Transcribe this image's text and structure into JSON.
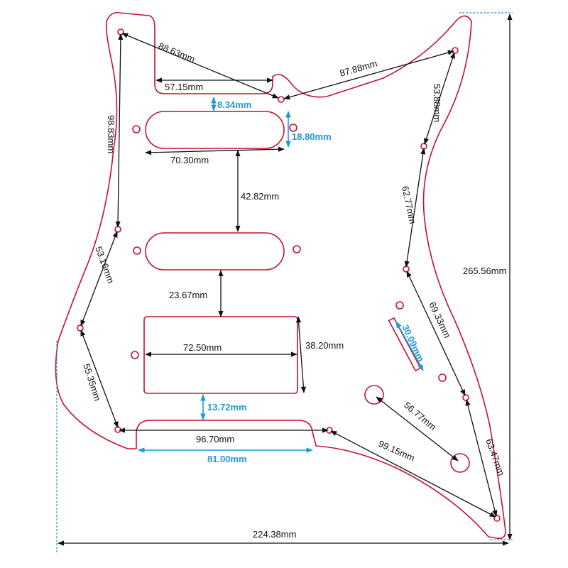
{
  "dimensions": {
    "d_88_63": "88.63mm",
    "d_57_15": "57.15mm",
    "d_87_88": "87.88mm",
    "d_8_34": "8.34mm",
    "d_18_80": "18.80mm",
    "d_98_83": "98.83mm",
    "d_70_30": "70.30mm",
    "d_42_82": "42.82mm",
    "d_53_88": "53.88mm",
    "d_62_77": "62.77mm",
    "d_53_16": "53.16mm",
    "d_23_67": "23.67mm",
    "d_265_56": "265.56mm",
    "d_69_33": "69.33mm",
    "d_30_09": "30.09mm",
    "d_72_50": "72.50mm",
    "d_38_20": "38.20mm",
    "d_55_35": "55.35mm",
    "d_13_72": "13.72mm",
    "d_56_77": "56.77mm",
    "d_96_70": "96.70mm",
    "d_81_00": "81.00mm",
    "d_99_15": "99.15mm",
    "d_63_47": "63.47mm",
    "d_224_38": "224.38mm"
  },
  "colors": {
    "outline": "#c8102e",
    "dimension_line": "#111111",
    "highlight_dimension": "#1e9ad6"
  }
}
